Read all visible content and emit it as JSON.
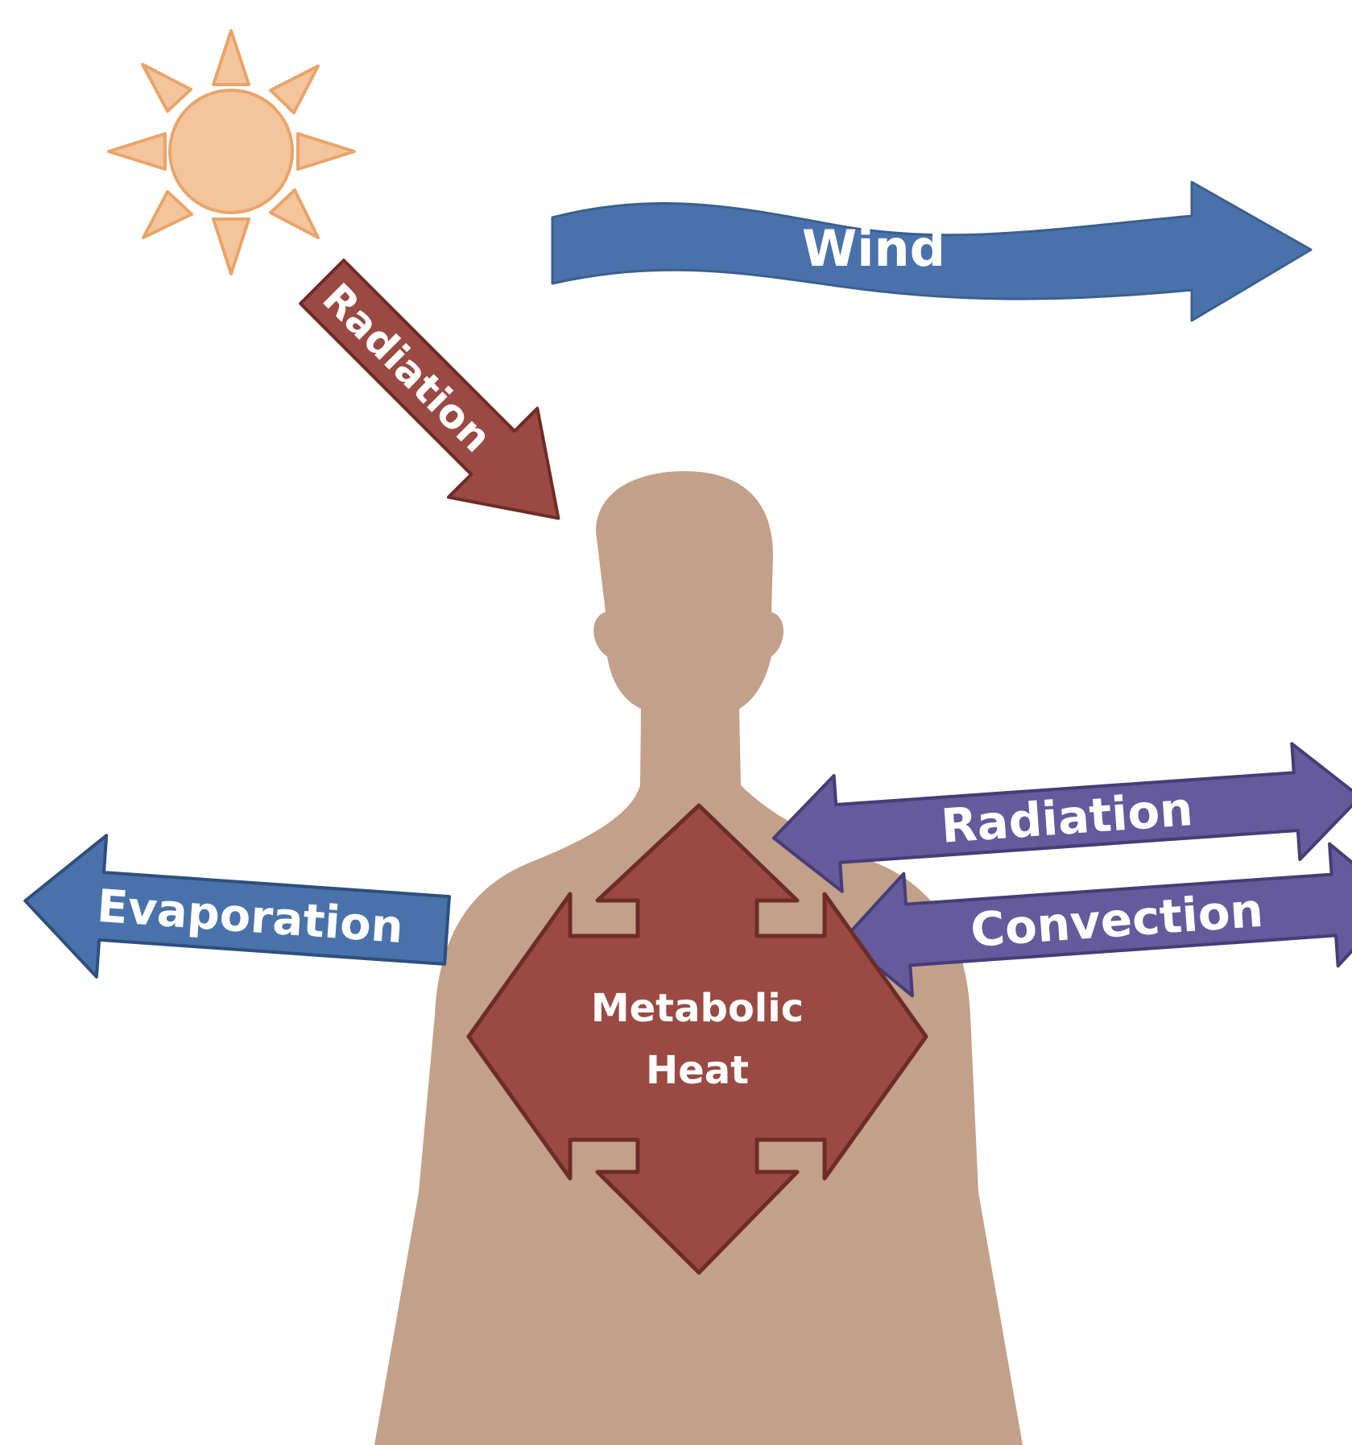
{
  "diagram": {
    "labels": {
      "wind": "Wind",
      "radiation_sun": "Radiation",
      "radiation_body": "Radiation",
      "convection": "Convection",
      "evaporation": "Evaporation",
      "metabolic_line1": "Metabolic",
      "metabolic_line2": "Heat"
    },
    "icons": [
      "sun-icon",
      "human-silhouette"
    ],
    "colors": {
      "sun_fill": "#f4c59c",
      "sun_stroke": "#e9a46a",
      "body": "#c2a08a",
      "radiation_red": "#9a4a42",
      "radiation_red_stroke": "#6e2c27",
      "wind_blue": "#4a72aa",
      "evaporation_blue": "#4a72aa",
      "exchange_purple": "#645a9c",
      "exchange_purple_stroke": "#463d78",
      "text": "#ffffff"
    }
  }
}
